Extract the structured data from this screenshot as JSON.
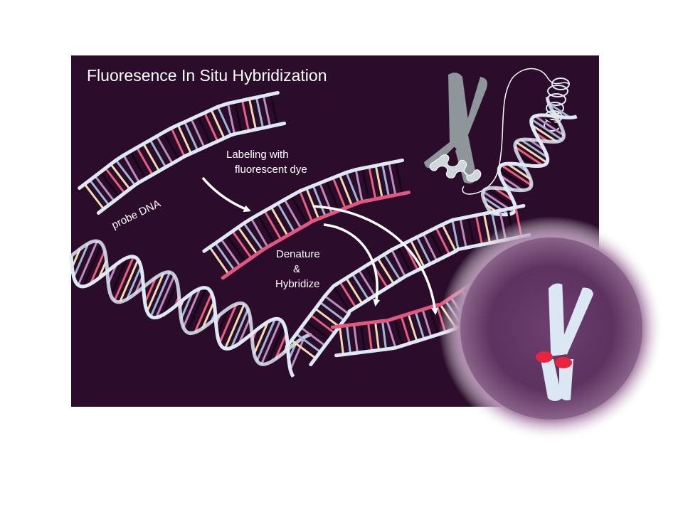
{
  "title": "Fluoresence In Situ Hybridization",
  "labels": {
    "probe": "probe DNA",
    "labeling_line1": "Labeling with",
    "labeling_line2": "fluorescent dye",
    "denature_line1": "Denature",
    "denature_line2": "&",
    "denature_line3": "Hybridize"
  },
  "colors": {
    "panel_background": "#2b0c2b",
    "backbone": "#dfe9f5",
    "probe_label_strand": "#e0587f",
    "chromosome_grey": "#8e959b",
    "chromosome_light": "#dbe8f3",
    "fluorescent_signal": "#e8243f",
    "rung_palette": [
      "#e8607a",
      "#f1dcae",
      "#9fb7d3",
      "#b98dbd",
      "#1b0619"
    ]
  }
}
